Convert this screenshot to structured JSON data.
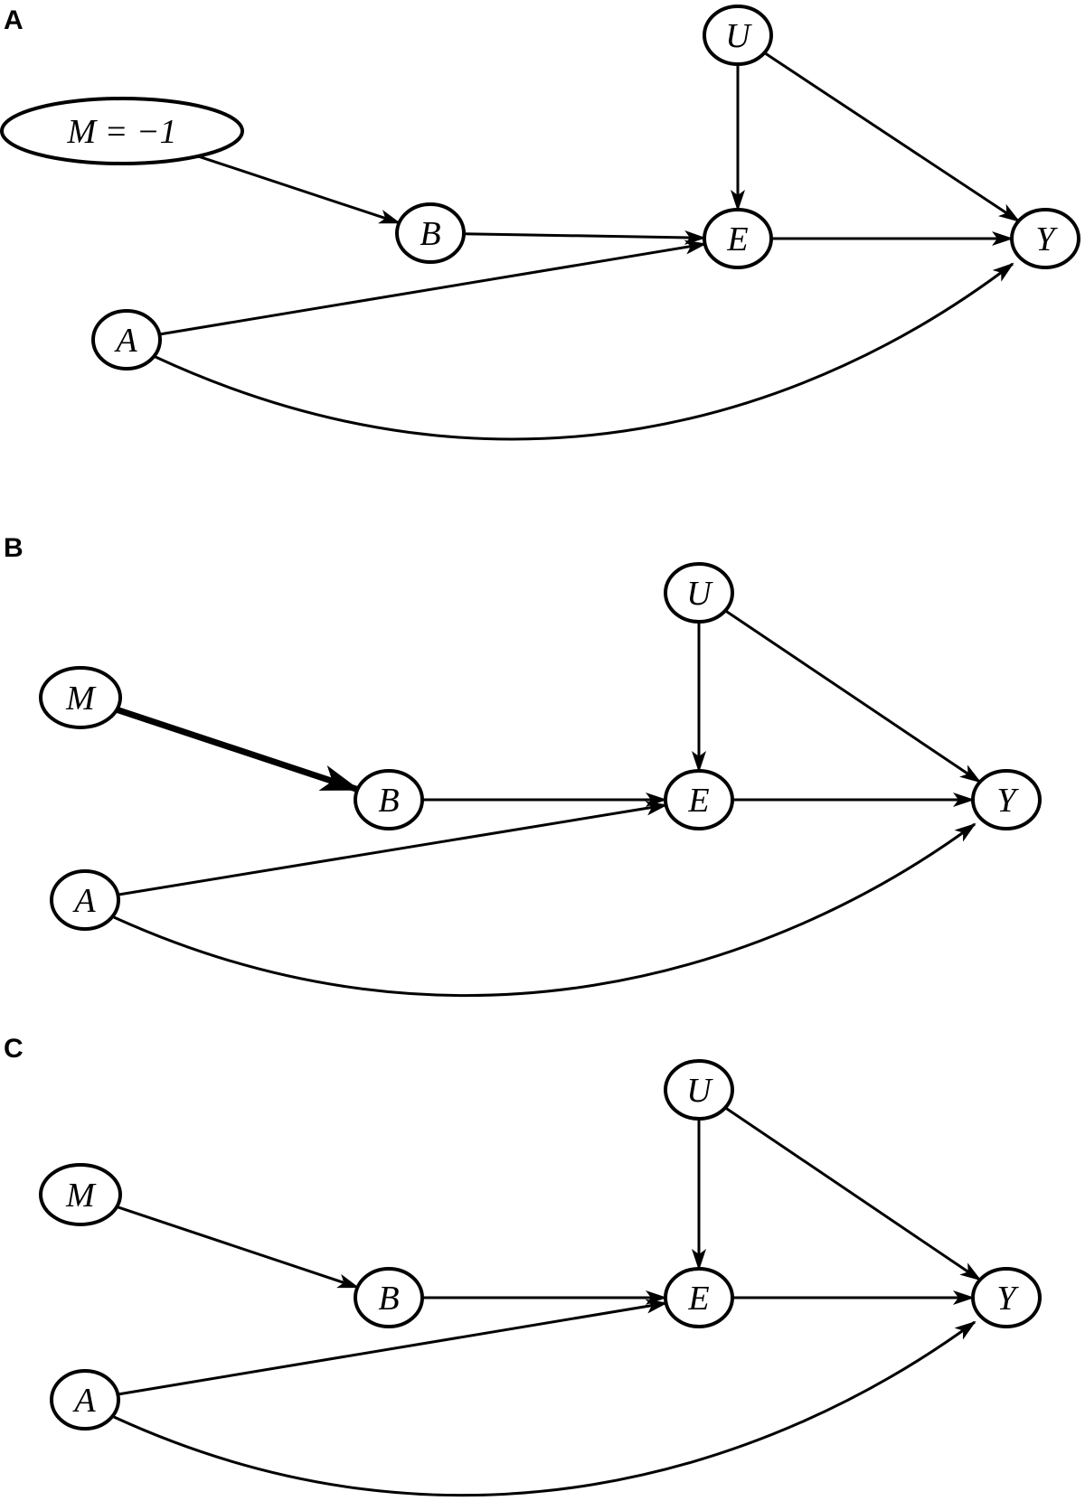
{
  "panels": [
    {
      "label": "A",
      "nodes": [
        {
          "id": "M",
          "label": "M = −1"
        },
        {
          "id": "B",
          "label": "B"
        },
        {
          "id": "A",
          "label": "A"
        },
        {
          "id": "U",
          "label": "U"
        },
        {
          "id": "E",
          "label": "E"
        },
        {
          "id": "Y",
          "label": "Y"
        }
      ],
      "edges": [
        {
          "from": "M",
          "to": "B",
          "emphasis": false
        },
        {
          "from": "B",
          "to": "E",
          "emphasis": false
        },
        {
          "from": "A",
          "to": "E",
          "emphasis": false
        },
        {
          "from": "U",
          "to": "E",
          "emphasis": false
        },
        {
          "from": "U",
          "to": "Y",
          "emphasis": false
        },
        {
          "from": "E",
          "to": "Y",
          "emphasis": false
        },
        {
          "from": "A",
          "to": "Y",
          "emphasis": false
        }
      ]
    },
    {
      "label": "B",
      "nodes": [
        {
          "id": "M",
          "label": "M"
        },
        {
          "id": "B",
          "label": "B"
        },
        {
          "id": "A",
          "label": "A"
        },
        {
          "id": "U",
          "label": "U"
        },
        {
          "id": "E",
          "label": "E"
        },
        {
          "id": "Y",
          "label": "Y"
        }
      ],
      "edges": [
        {
          "from": "M",
          "to": "B",
          "emphasis": true
        },
        {
          "from": "B",
          "to": "E",
          "emphasis": false
        },
        {
          "from": "A",
          "to": "E",
          "emphasis": false
        },
        {
          "from": "U",
          "to": "E",
          "emphasis": false
        },
        {
          "from": "U",
          "to": "Y",
          "emphasis": false
        },
        {
          "from": "E",
          "to": "Y",
          "emphasis": false
        },
        {
          "from": "A",
          "to": "Y",
          "emphasis": false
        }
      ]
    },
    {
      "label": "C",
      "nodes": [
        {
          "id": "M",
          "label": "M"
        },
        {
          "id": "B",
          "label": "B"
        },
        {
          "id": "A",
          "label": "A"
        },
        {
          "id": "U",
          "label": "U"
        },
        {
          "id": "E",
          "label": "E"
        },
        {
          "id": "Y",
          "label": "Y"
        }
      ],
      "edges": [
        {
          "from": "M",
          "to": "B",
          "emphasis": false
        },
        {
          "from": "B",
          "to": "E",
          "emphasis": false
        },
        {
          "from": "A",
          "to": "E",
          "emphasis": false
        },
        {
          "from": "U",
          "to": "E",
          "emphasis": false
        },
        {
          "from": "U",
          "to": "Y",
          "emphasis": false
        },
        {
          "from": "E",
          "to": "Y",
          "emphasis": false
        },
        {
          "from": "A",
          "to": "Y",
          "emphasis": false
        }
      ]
    }
  ]
}
